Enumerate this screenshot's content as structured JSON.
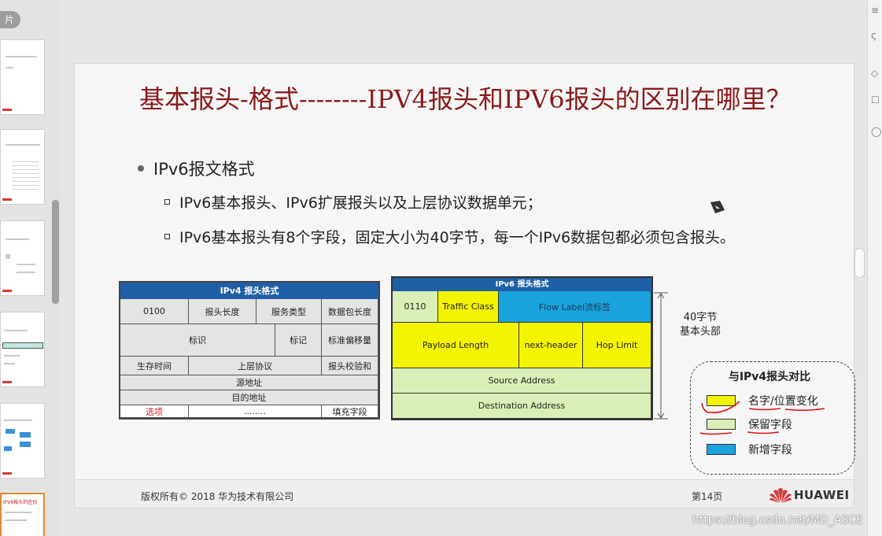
{
  "left_panel": {
    "button_label": "片",
    "active_thumb_text": "IPV6报头的区别"
  },
  "slide": {
    "title": "基本报头-格式--------IPV4报头和IPV6报头的区别在哪里？",
    "bullet": "IPv6报文格式",
    "sub_bullets": [
      "IPv6基本报头、IPv6扩展报头以及上层协议数据单元；",
      "IPv6基本报头有8个字段，固定大小为40字节，每一个IPv6数据包都必须包含报头。"
    ],
    "ipv4_table": {
      "header": "IPv4 报头格式",
      "cells": {
        "version": "0100",
        "header_length": "报头长度",
        "service_type": "服务类型",
        "total_length": "数据包长度",
        "identification": "标识",
        "flags": "标记",
        "fragment_offset": "标准偏移量",
        "ttl": "生存时间",
        "protocol": "上层协议",
        "checksum": "报头校验和",
        "source": "源地址",
        "destination": "目的地址",
        "options": "选项",
        "dots": "........",
        "padding": "填充字段"
      }
    },
    "ipv6_table": {
      "header": "IPv6 报头格式",
      "cells": {
        "version": "0110",
        "traffic_class": "Traffic Class",
        "flow_label": "Flow Label流标签",
        "payload_length": "Payload Length",
        "next_header": "next-header",
        "hop_limit": "Hop Limit",
        "source": "Source Address",
        "destination": "Destination Address"
      }
    },
    "bracket_label_line1": "40字节",
    "bracket_label_line2": "基本头部",
    "legend": {
      "title": "与IPv4报头对比",
      "items": [
        {
          "label": "名字/位置变化",
          "color": "#f3f400"
        },
        {
          "label": "保留字段",
          "color": "#d9efb7"
        },
        {
          "label": "新增字段",
          "color": "#1aa3dc"
        }
      ]
    },
    "footer": {
      "copyright": "版权所有© 2018 华为技术有限公司",
      "page": "第14页",
      "brand": "HUAWEI"
    }
  },
  "watermark": "https://blog.csdn.net/MD_ASCE",
  "colors": {
    "title": "#8a1a1a",
    "ipv4_header": "#1f5fa6",
    "ipv6_header": "#1f5fa6",
    "changed": "#f3f400",
    "kept": "#d9efb7",
    "new": "#1aa3dc",
    "brand_red": "#d43b3b"
  }
}
